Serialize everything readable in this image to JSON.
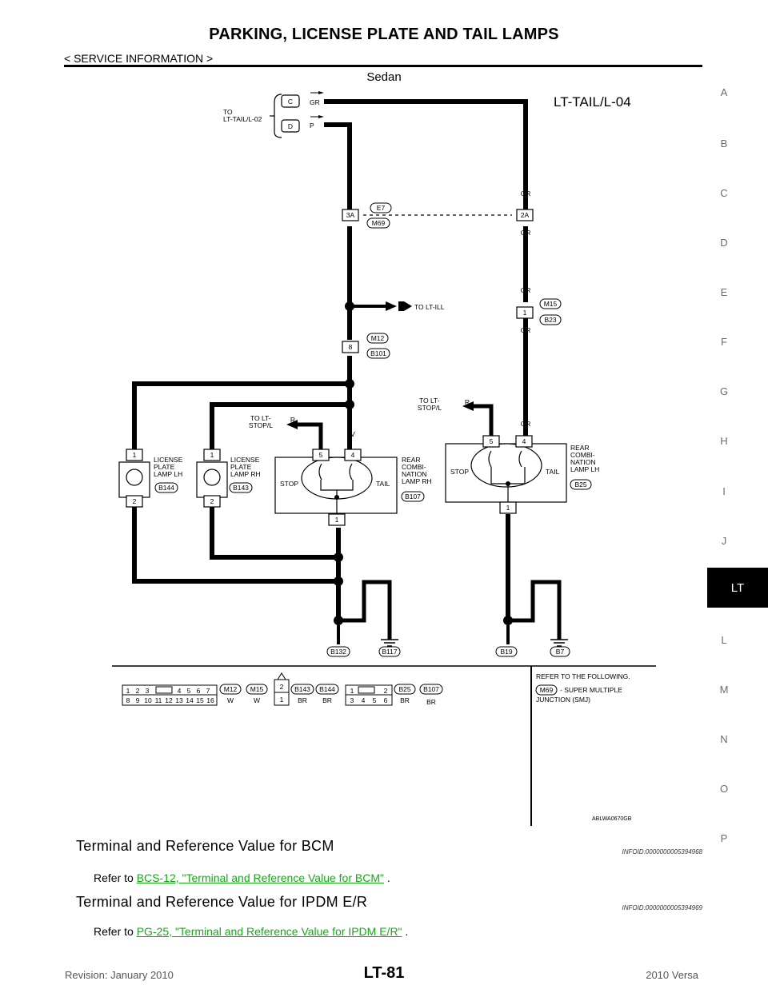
{
  "header": {
    "title": "PARKING, LICENSE PLATE AND TAIL LAMPS",
    "breadcrumb": "< SERVICE INFORMATION >"
  },
  "side_index": {
    "letters": [
      "A",
      "B",
      "C",
      "D",
      "E",
      "F",
      "G",
      "H",
      "I",
      "J",
      "L",
      "M",
      "N",
      "O",
      "P"
    ],
    "active": "LT"
  },
  "diagram": {
    "variant": "Sedan",
    "id": "LT-TAIL/L-04",
    "to_ref": "TO\nLT-TAIL/L-02",
    "ref_c": "C",
    "ref_d": "D",
    "gr": "GR",
    "p": "P",
    "v": "V",
    "r": "R",
    "b": "B",
    "t1": "1",
    "t2": "2",
    "t3a": "3A",
    "t2a": "2A",
    "t4": "4",
    "t5": "5",
    "t8": "8",
    "c_e7": "E7",
    "c_m69": "M69",
    "c_m15": "M15",
    "c_b23": "B23",
    "c_m12": "M12",
    "c_b101": "B101",
    "c_b144": "B144",
    "c_b143": "B143",
    "c_b107": "B107",
    "c_b25": "B25",
    "c_b132": "B132",
    "c_b117": "B117",
    "c_b19": "B19",
    "c_b7": "B7",
    "to_lt_ill": "TO LT-ILL",
    "to_lt_stop": "TO LT-\nSTOP/L",
    "lamp_lh": "LICENSE\nPLATE\nLAMP LH",
    "lamp_rh": "LICENSE\nPLATE\nLAMP RH",
    "rear_rh": "REAR\nCOMBI-\nNATION\nLAMP RH",
    "rear_lh": "REAR\nCOMBI-\nNATION\nLAMP LH",
    "stop": "STOP",
    "tail": "TAIL",
    "connector_row1": [
      "1",
      "2",
      "3",
      "4",
      "5",
      "6",
      "7"
    ],
    "connector_row2": [
      "8",
      "9",
      "10",
      "11",
      "12",
      "13",
      "14",
      "15",
      "16"
    ],
    "c3_row1": [
      "1",
      "2"
    ],
    "c3_row2": [
      "3",
      "4",
      "5",
      "6"
    ],
    "color_w": "W",
    "color_br": "BR",
    "refer_note": "REFER TO THE FOLLOWING.",
    "smj_note": "- SUPER MULTIPLE\nJUNCTION (SMJ)",
    "figure_code": "ABLWA0670GB"
  },
  "sections": [
    {
      "title": "Terminal and Reference Value for BCM",
      "infoid": "INFOID:0000000005394968",
      "refer_prefix": "Refer to ",
      "link": "BCS-12, \"Terminal and Reference Value for BCM\"",
      "suffix": " ."
    },
    {
      "title": "Terminal and Reference Value for IPDM E/R",
      "infoid": "INFOID:0000000005394969",
      "refer_prefix": "Refer to ",
      "link": "PG-25, \"Terminal and Reference Value for IPDM E/R\"",
      "suffix": " ."
    }
  ],
  "footer": {
    "revision": "Revision: January 2010",
    "page": "LT-81",
    "model": "2010 Versa"
  }
}
